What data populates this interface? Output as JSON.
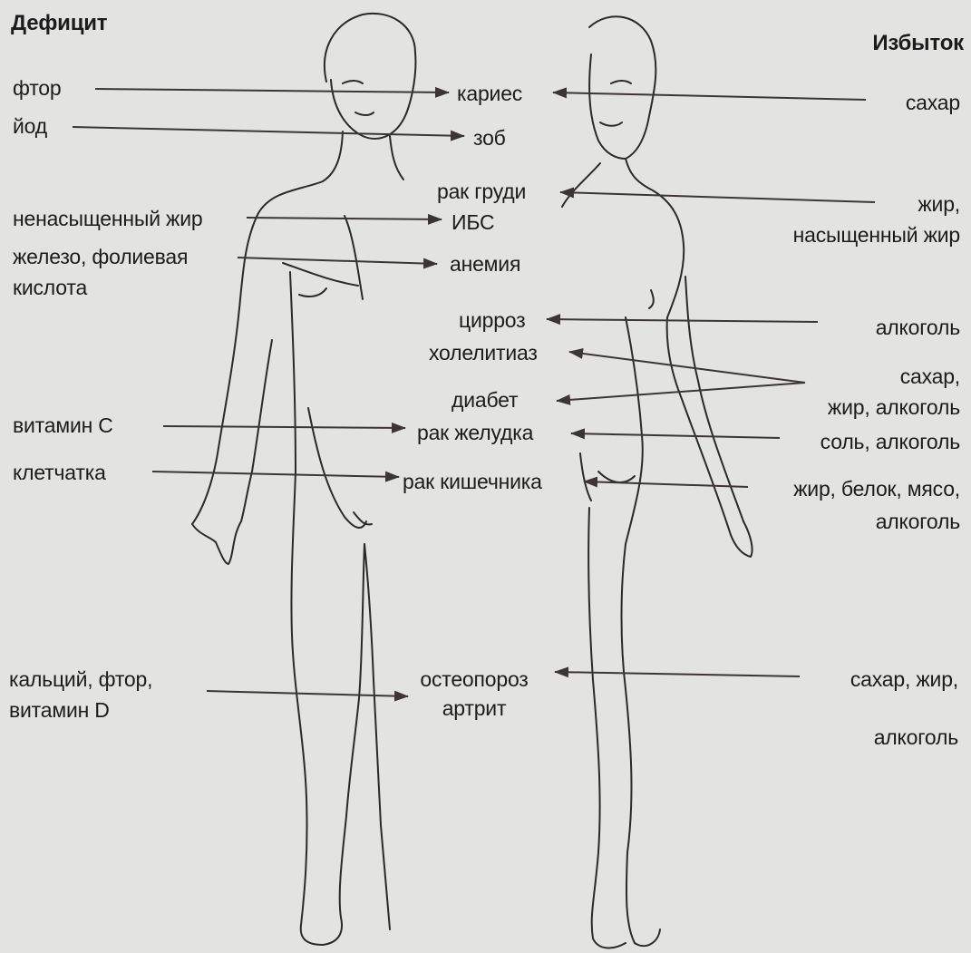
{
  "headers": {
    "deficit": "Дефицит",
    "excess": "Избыток"
  },
  "deficit": {
    "fluor": "фтор",
    "iodine": "йод",
    "unsat_fat": "ненасыщенный жир",
    "iron_line1": "железо, фолиевая",
    "iron_line2": "кислота",
    "vitamin_c": "витамин С",
    "fiber": "клетчатка",
    "calcium_line1": "кальций, фтор,",
    "calcium_line2": "витамин D"
  },
  "diseases": {
    "caries": "кариес",
    "goiter": "зоб",
    "breast_cancer": "рак груди",
    "ibs": "ИБС",
    "anemia": "анемия",
    "cirrhosis": "цирроз",
    "cholelithiasis": "холелитиаз",
    "diabetes": "диабет",
    "stomach_cancer": "рак желудка",
    "bowel_cancer": "рак кишечника",
    "osteo_line1": "остеопороз",
    "osteo_line2": "артрит"
  },
  "excess": {
    "sugar": "сахар",
    "fat_line1": "жир,",
    "fat_line2": "насыщенный жир",
    "alcohol": "алкоголь",
    "sfa_line1": "сахар,",
    "sfa_line2": "жир, алкоголь",
    "salt_alcohol": "соль, алкоголь",
    "fpm_line1": "жир, белок, мясо,",
    "fpm_line2": "алкоголь",
    "sfa2_line1": "сахар, жир,",
    "sfa2_line2": "алкоголь"
  },
  "colors": {
    "background": "#e3e3e2",
    "ink": "#1c1c1c",
    "arrow": "#3d3533"
  }
}
